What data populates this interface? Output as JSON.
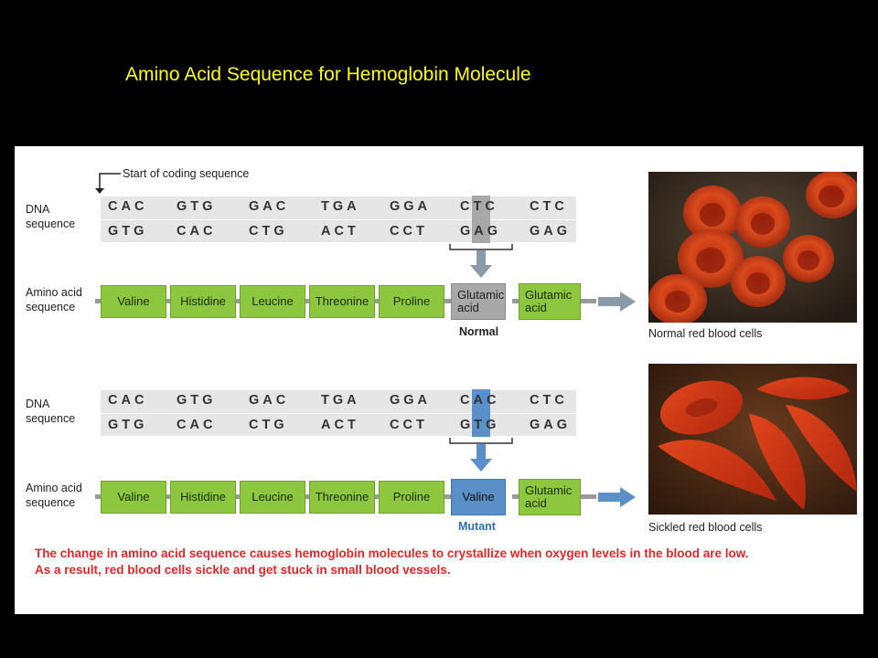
{
  "slide_title": "Amino Acid Sequence for Hemoglobin Molecule",
  "coding_label": "Start of coding sequence",
  "dna_label": "DNA\nsequence",
  "amino_label": "Amino acid\nsequence",
  "normal": {
    "top_strand": [
      "CAC",
      "GTG",
      "GAC",
      "TGA",
      "GGA",
      "CTC",
      "CTC"
    ],
    "bottom_strand": [
      "GTG",
      "CAC",
      "CTG",
      "ACT",
      "CCT",
      "GAG",
      "GAG"
    ],
    "amino_acids": [
      "Valine",
      "Histidine",
      "Leucine",
      "Threonine",
      "Proline",
      "Glutamic acid",
      "Glutamic acid"
    ],
    "status": "Normal",
    "caption": "Normal red blood cells"
  },
  "mutant": {
    "top_strand": [
      "CAC",
      "GTG",
      "GAC",
      "TGA",
      "GGA",
      "CAC",
      "CTC"
    ],
    "bottom_strand": [
      "GTG",
      "CAC",
      "CTG",
      "ACT",
      "CCT",
      "GTG",
      "GAG"
    ],
    "amino_acids": [
      "Valine",
      "Histidine",
      "Leucine",
      "Threonine",
      "Proline",
      "Valine",
      "Glutamic acid"
    ],
    "status": "Mutant",
    "caption": "Sickled red blood cells"
  },
  "description": "The change in amino acid sequence causes hemoglobin molecules to crystallize when oxygen levels in the blood are low. As a result, red blood cells sickle and get stuck in small blood vessels.",
  "colors": {
    "slide_title": "#ffff00",
    "amino_green": "#8dc63f",
    "normal_highlight": "#a8a8a8",
    "mutant_highlight": "#5b8fc7",
    "mutant_text": "#2f6fb5",
    "description": "#e0282a",
    "arrow": "#8a9aa6"
  }
}
